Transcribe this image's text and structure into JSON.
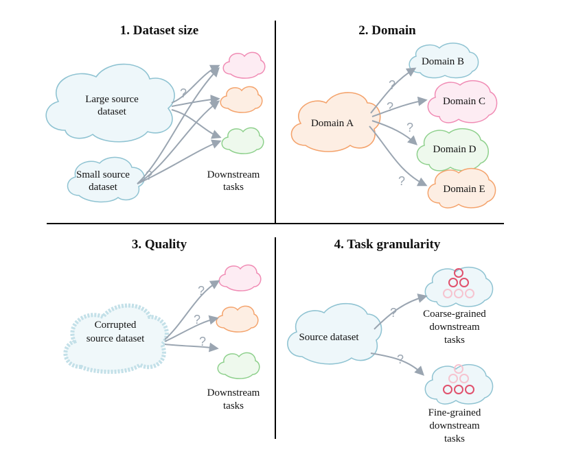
{
  "panels": {
    "p1": {
      "title": "1. Dataset size",
      "large": [
        "Large source",
        "dataset"
      ],
      "small": [
        "Small source",
        "dataset"
      ],
      "downstream": [
        "Downstream",
        "tasks"
      ]
    },
    "p2": {
      "title": "2. Domain",
      "domain_a": "Domain A",
      "domain_b": "Domain B",
      "domain_c": "Domain C",
      "domain_d": "Domain D",
      "domain_e": "Domain E"
    },
    "p3": {
      "title": "3. Quality",
      "corrupted": [
        "Corrupted",
        "source dataset"
      ],
      "downstream": [
        "Downstream",
        "tasks"
      ]
    },
    "p4": {
      "title": "4. Task granularity",
      "source": "Source dataset",
      "coarse": [
        "Coarse-grained",
        "downstream",
        "tasks"
      ],
      "fine": [
        "Fine-grained",
        "downstream",
        "tasks"
      ]
    }
  },
  "question_mark": "?",
  "colors": {
    "blue": "#8fc3d2",
    "pink": "#f08bb4",
    "orange": "#f4a36c",
    "green": "#8ed08c",
    "arrow": "#9aa5b1",
    "circle_red": "#e0506c",
    "circle_pale": "#f6c3cf"
  }
}
